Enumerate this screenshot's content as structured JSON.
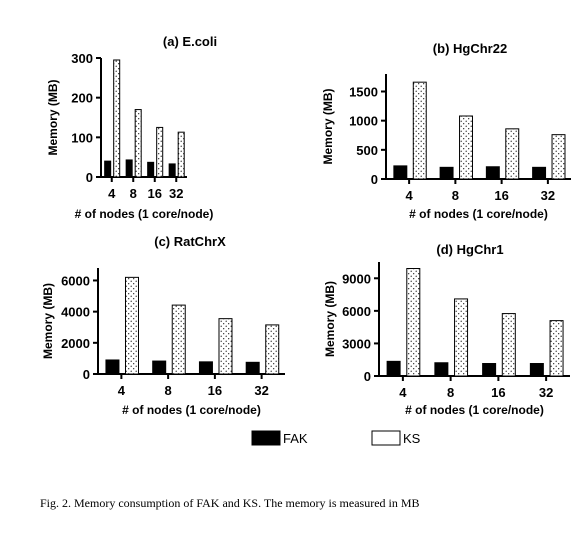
{
  "chart_data": [
    {
      "type": "bar",
      "title": "(a) E.coli",
      "xlabel": "# of nodes (1 core/node)",
      "ylabel": "Memory (MB)",
      "categories": [
        "4",
        "8",
        "16",
        "32"
      ],
      "yticks": [
        0,
        100,
        200,
        300
      ],
      "ylim": [
        0,
        300
      ],
      "series": [
        {
          "name": "FAK",
          "values": [
            40,
            43,
            37,
            33
          ]
        },
        {
          "name": "KS",
          "values": [
            295,
            170,
            125,
            113
          ]
        }
      ]
    },
    {
      "type": "bar",
      "title": "(b) HgChr22",
      "xlabel": "# of nodes (1 core/node)",
      "ylabel": "Memory (MB)",
      "categories": [
        "4",
        "8",
        "16",
        "32"
      ],
      "yticks": [
        0,
        500,
        1000,
        1500
      ],
      "ylim": [
        0,
        1800
      ],
      "series": [
        {
          "name": "FAK",
          "values": [
            225,
            200,
            210,
            200
          ]
        },
        {
          "name": "KS",
          "values": [
            1660,
            1080,
            860,
            760
          ]
        }
      ]
    },
    {
      "type": "bar",
      "title": "(c) RatChrX",
      "xlabel": "# of nodes (1 core/node)",
      "ylabel": "Memory (MB)",
      "categories": [
        "4",
        "8",
        "16",
        "32"
      ],
      "yticks": [
        0,
        2000,
        4000,
        6000
      ],
      "ylim": [
        0,
        6800
      ],
      "series": [
        {
          "name": "FAK",
          "values": [
            900,
            830,
            780,
            750
          ]
        },
        {
          "name": "KS",
          "values": [
            6200,
            4420,
            3550,
            3150
          ]
        }
      ]
    },
    {
      "type": "bar",
      "title": "(d) HgChr1",
      "xlabel": "# of nodes (1 core/node)",
      "ylabel": "Memory (MB)",
      "categories": [
        "4",
        "8",
        "16",
        "32"
      ],
      "yticks": [
        0,
        3000,
        6000,
        9000
      ],
      "ylim": [
        0,
        10500
      ],
      "series": [
        {
          "name": "FAK",
          "values": [
            1350,
            1220,
            1150,
            1150
          ]
        },
        {
          "name": "KS",
          "values": [
            9900,
            7100,
            5750,
            5100
          ]
        }
      ]
    }
  ],
  "legend": {
    "items": [
      {
        "label": "FAK",
        "fill": "#000000"
      },
      {
        "label": "KS",
        "fill": "#ffffff"
      }
    ]
  },
  "caption": "Fig. 2.  Memory consumption of FAK and KS. The memory is measured in MB"
}
